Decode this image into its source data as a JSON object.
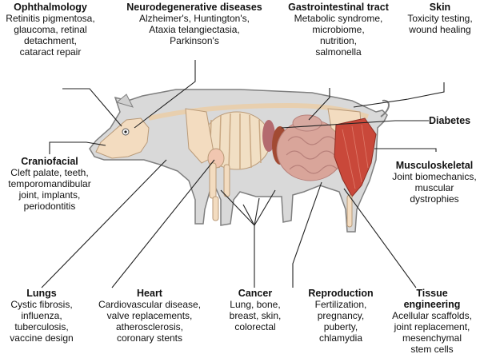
{
  "labels": {
    "ophthalmology": {
      "title": "Ophthalmology",
      "desc": "Retinitis pigmentosa,\nglaucoma, retinal\ndetachment,\ncataract repair"
    },
    "neuro": {
      "title": "Neurodegenerative diseases",
      "desc": "Alzheimer's, Huntington's,\nAtaxia telangiectasia,\nParkinson's"
    },
    "gi": {
      "title": "Gastrointestinal tract",
      "desc": "Metabolic syndrome,\nmicrobiome,\nnutrition,\nsalmonella"
    },
    "skin": {
      "title": "Skin",
      "desc": "Toxicity testing,\nwound healing"
    },
    "diabetes": {
      "title": "Diabetes",
      "desc": ""
    },
    "craniofacial": {
      "title": "Craniofacial",
      "desc": "Cleft palate, teeth,\ntemporomandibular\njoint, implants,\nperiodontitis"
    },
    "musculoskeletal": {
      "title": "Musculoskeletal",
      "desc": "Joint biomechanics,\nmuscular\ndystrophies"
    },
    "lungs": {
      "title": "Lungs",
      "desc": "Cystic fibrosis,\ninfluenza,\ntuberculosis,\nvaccine design"
    },
    "heart": {
      "title": "Heart",
      "desc": "Cardiovascular disease,\nvalve replacements,\natherosclerosis,\ncoronary stents"
    },
    "cancer": {
      "title": "Cancer",
      "desc": "Lung, bone,\nbreast, skin,\ncolorectal"
    },
    "reproduction": {
      "title": "Reproduction",
      "desc": "Fertilization,\npregnancy,\npuberty,\nchlamydia"
    },
    "tissue": {
      "title": "Tissue\nengineering",
      "desc": "Acellular scaffolds,\njoint replacement,\nmesenchymal\nstem cells"
    }
  },
  "colors": {
    "body": "#d9d9d9",
    "outline": "#7f7f7f",
    "bone": "#f3dcc0",
    "bone_edge": "#b99a78",
    "muscle": "#c9483a",
    "intestine": "#d9a59a",
    "lung": "#b46a6f",
    "line": "#222222"
  }
}
